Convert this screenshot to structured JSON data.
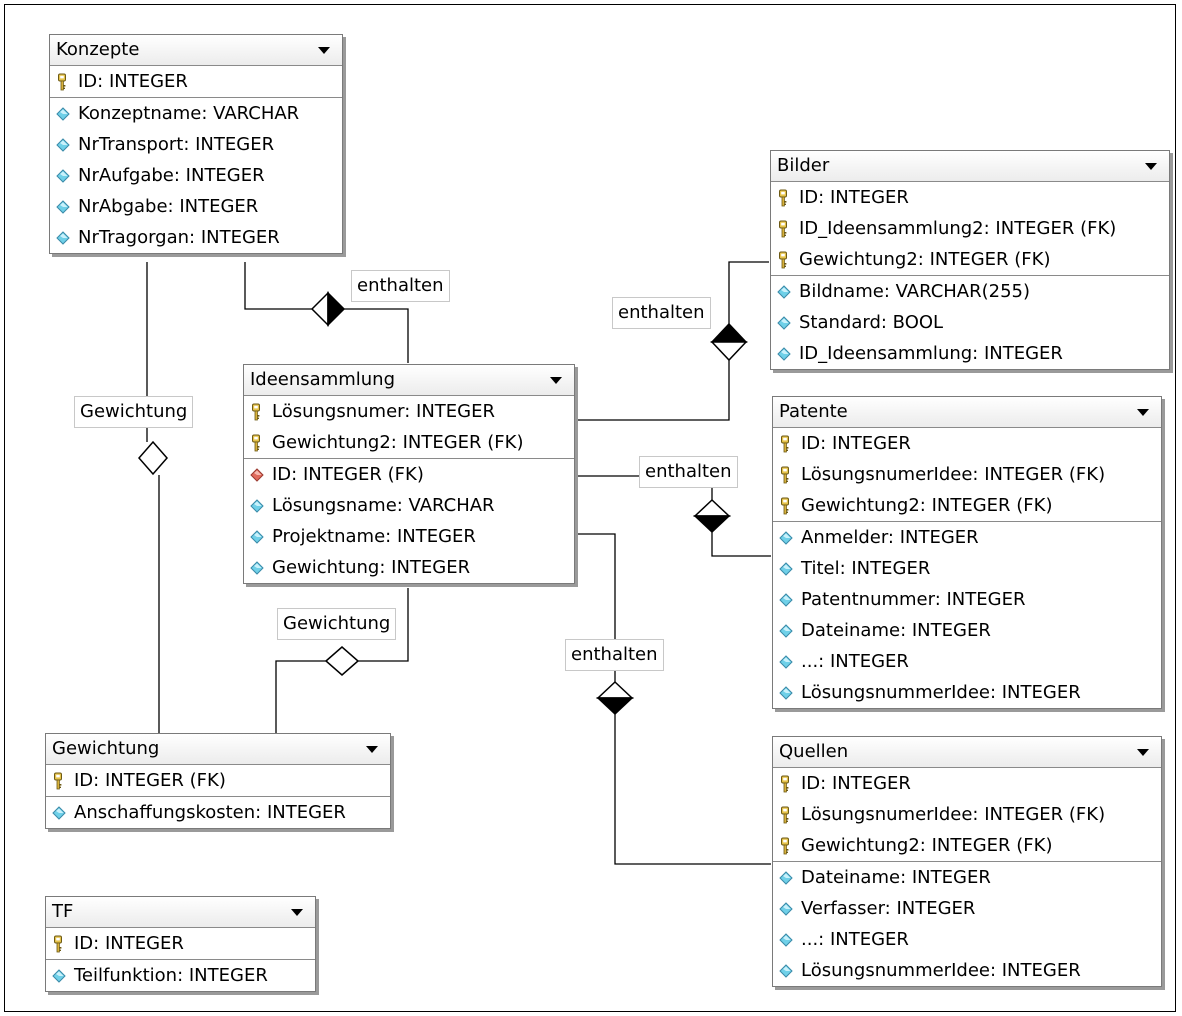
{
  "entities": {
    "konzepte": {
      "title": "Konzepte",
      "pk": [
        {
          "icon": "key-icon",
          "text": "ID: INTEGER"
        }
      ],
      "attrs": [
        {
          "icon": "attribute-icon",
          "text": "Konzeptname: VARCHAR"
        },
        {
          "icon": "attribute-icon",
          "text": "NrTransport: INTEGER"
        },
        {
          "icon": "attribute-icon",
          "text": "NrAufgabe: INTEGER"
        },
        {
          "icon": "attribute-icon",
          "text": "NrAbgabe: INTEGER"
        },
        {
          "icon": "attribute-icon",
          "text": "NrTragorgan: INTEGER"
        }
      ]
    },
    "ideensammlung": {
      "title": "Ideensammlung",
      "pk": [
        {
          "icon": "key-icon",
          "text": "Lösungsnumer: INTEGER"
        },
        {
          "icon": "key-icon",
          "text": "Gewichtung2: INTEGER (FK)"
        }
      ],
      "attrs": [
        {
          "icon": "foreign-key-icon",
          "text": "ID: INTEGER (FK)"
        },
        {
          "icon": "attribute-icon",
          "text": "Lösungsname: VARCHAR"
        },
        {
          "icon": "attribute-icon",
          "text": "Projektname: INTEGER"
        },
        {
          "icon": "attribute-icon",
          "text": "Gewichtung: INTEGER"
        }
      ]
    },
    "bilder": {
      "title": "Bilder",
      "pk": [
        {
          "icon": "key-icon",
          "text": "ID: INTEGER"
        },
        {
          "icon": "key-icon",
          "text": "ID_Ideensammlung2: INTEGER (FK)"
        },
        {
          "icon": "key-icon",
          "text": "Gewichtung2: INTEGER (FK)"
        }
      ],
      "attrs": [
        {
          "icon": "attribute-icon",
          "text": "Bildname: VARCHAR(255)"
        },
        {
          "icon": "attribute-icon",
          "text": "Standard: BOOL"
        },
        {
          "icon": "attribute-icon",
          "text": "ID_Ideensammlung: INTEGER"
        }
      ]
    },
    "patente": {
      "title": "Patente",
      "pk": [
        {
          "icon": "key-icon",
          "text": "ID: INTEGER"
        },
        {
          "icon": "key-icon",
          "text": "LösungsnumerIdee: INTEGER (FK)"
        },
        {
          "icon": "key-icon",
          "text": "Gewichtung2: INTEGER (FK)"
        }
      ],
      "attrs": [
        {
          "icon": "attribute-icon",
          "text": "Anmelder: INTEGER"
        },
        {
          "icon": "attribute-icon",
          "text": "Titel: INTEGER"
        },
        {
          "icon": "attribute-icon",
          "text": "Patentnummer: INTEGER"
        },
        {
          "icon": "attribute-icon",
          "text": "Dateiname: INTEGER"
        },
        {
          "icon": "attribute-icon",
          "text": "...: INTEGER"
        },
        {
          "icon": "attribute-icon",
          "text": "LösungsnummerIdee: INTEGER"
        }
      ]
    },
    "quellen": {
      "title": "Quellen",
      "pk": [
        {
          "icon": "key-icon",
          "text": "ID: INTEGER"
        },
        {
          "icon": "key-icon",
          "text": "LösungsnumerIdee: INTEGER (FK)"
        },
        {
          "icon": "key-icon",
          "text": "Gewichtung2: INTEGER (FK)"
        }
      ],
      "attrs": [
        {
          "icon": "attribute-icon",
          "text": "Dateiname: INTEGER"
        },
        {
          "icon": "attribute-icon",
          "text": "Verfasser: INTEGER"
        },
        {
          "icon": "attribute-icon",
          "text": "...: INTEGER"
        },
        {
          "icon": "attribute-icon",
          "text": "LösungsnummerIdee: INTEGER"
        }
      ]
    },
    "gewichtung": {
      "title": "Gewichtung",
      "pk": [
        {
          "icon": "key-icon",
          "text": "ID: INTEGER (FK)"
        }
      ],
      "attrs": [
        {
          "icon": "attribute-icon",
          "text": "Anschaffungskosten: INTEGER"
        }
      ]
    },
    "tf": {
      "title": "TF",
      "pk": [
        {
          "icon": "key-icon",
          "text": "ID: INTEGER"
        }
      ],
      "attrs": [
        {
          "icon": "attribute-icon",
          "text": "Teilfunktion: INTEGER"
        }
      ]
    }
  },
  "relationships": {
    "konzepte_ideensammlung": "enthalten",
    "konzepte_gewichtung": "Gewichtung",
    "ideensammlung_gewichtung": "Gewichtung",
    "ideensammlung_bilder": "enthalten",
    "ideensammlung_patente": "enthalten",
    "ideensammlung_quellen": "enthalten"
  }
}
